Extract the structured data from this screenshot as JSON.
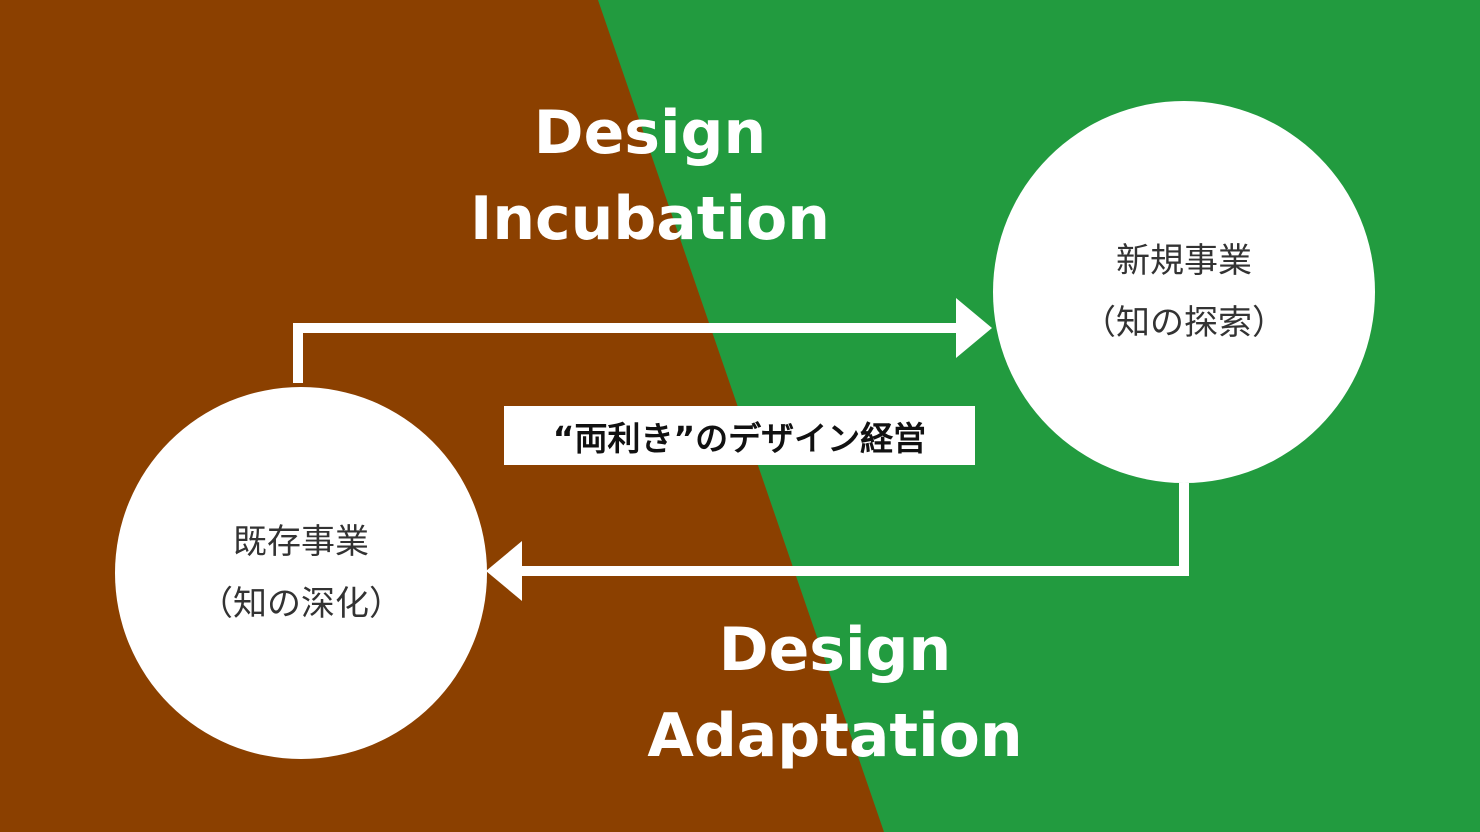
{
  "colors": {
    "left_panel": "#8B4000",
    "right_panel": "#229B3F",
    "circles": "#FFFFFF",
    "arrows": "#FFFFFF"
  },
  "incubation_title": {
    "line1": "Design",
    "line2": "Incubation"
  },
  "adaptation_title": {
    "line1": "Design",
    "line2": "Adaptation"
  },
  "new_business": {
    "line1": "新規事業",
    "line2": "（知の探索）"
  },
  "existing_business": {
    "line1": "既存事業",
    "line2": "（知の深化）"
  },
  "center_label": "“両利き”のデザイン経営"
}
